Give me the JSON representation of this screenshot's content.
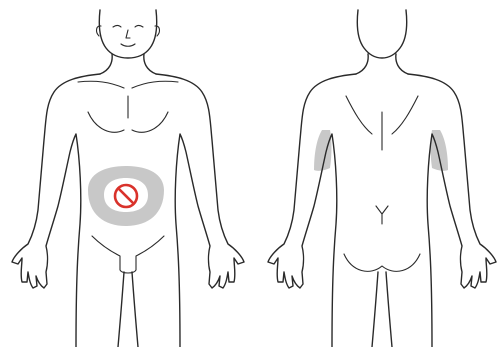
{
  "figure": {
    "views": [
      {
        "id": "front",
        "name": "front-view"
      },
      {
        "id": "back",
        "name": "back-view"
      }
    ],
    "injection_sites": [
      {
        "view": "front",
        "region": "abdomen",
        "shaded": true
      },
      {
        "view": "back",
        "region": "left-upper-arm",
        "shaded": true
      },
      {
        "view": "back",
        "region": "right-upper-arm",
        "shaded": true
      }
    ],
    "excluded_zone": {
      "view": "front",
      "region": "navel-area",
      "icon": "no-symbol-icon"
    },
    "colors": {
      "outline": "#2a2a2a",
      "site_shading": "#c8c8c8",
      "no_symbol": "#d9322b",
      "background": "#ffffff"
    }
  }
}
